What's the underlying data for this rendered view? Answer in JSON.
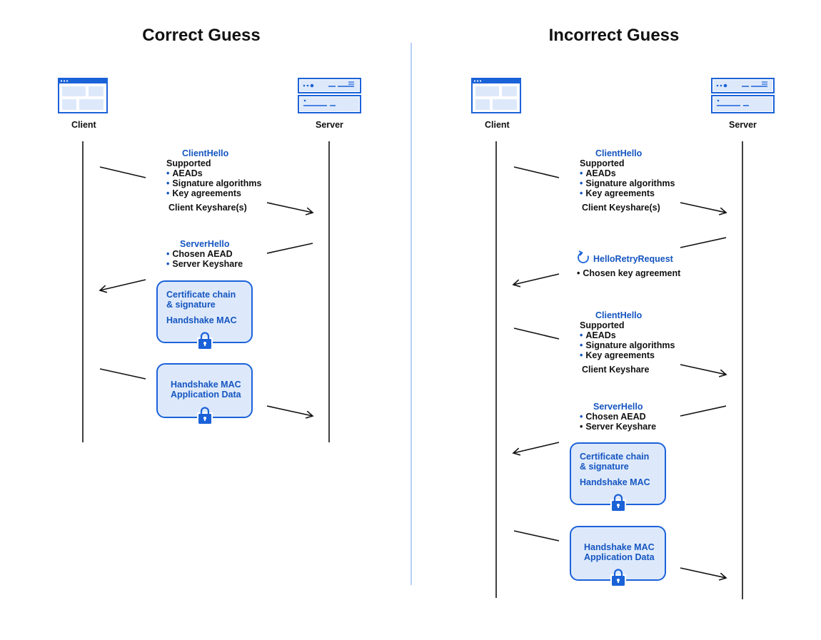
{
  "left": {
    "title": "Correct Guess",
    "client_label": "Client",
    "server_label": "Server",
    "client_hello": {
      "heading": "ClientHello",
      "supported": "Supported",
      "items": [
        "AEADs",
        "Signature algorithms",
        "Key agreements"
      ],
      "keyshare": "Client Keyshare(s)"
    },
    "server_hello": {
      "heading": "ServerHello",
      "items": [
        "Chosen AEAD",
        "Server Keyshare"
      ]
    },
    "cert_box": {
      "line1": "Certificate chain",
      "line2": "& signature",
      "line3": "Handshake MAC"
    },
    "finish_box": {
      "line1": "Handshake MAC",
      "line2": "Application Data"
    }
  },
  "right": {
    "title": "Incorrect Guess",
    "client_label": "Client",
    "server_label": "Server",
    "client_hello": {
      "heading": "ClientHello",
      "supported": "Supported",
      "items": [
        "AEADs",
        "Signature algorithms",
        "Key agreements"
      ],
      "keyshare": "Client Keyshare(s)"
    },
    "retry": {
      "heading": "HelloRetryRequest",
      "item": "Chosen key agreement"
    },
    "client_hello2": {
      "heading": "ClientHello",
      "supported": "Supported",
      "items": [
        "AEADs",
        "Signature algorithms",
        "Key agreements"
      ],
      "keyshare": "Client Keyshare"
    },
    "server_hello": {
      "heading": "ServerHello",
      "items": [
        "Chosen AEAD",
        "Server Keyshare"
      ]
    },
    "cert_box": {
      "line1": "Certificate chain",
      "line2": "& signature",
      "line3": "Handshake MAC"
    },
    "finish_box": {
      "line1": "Handshake MAC",
      "line2": "Application Data"
    }
  },
  "colors": {
    "accent": "#1b62d9",
    "box_fill": "#dde9fb",
    "text": "#111111",
    "divider": "#6f9ff0"
  },
  "icons": [
    "browser-window-icon",
    "server-rack-icon",
    "lock-icon",
    "refresh-icon"
  ]
}
